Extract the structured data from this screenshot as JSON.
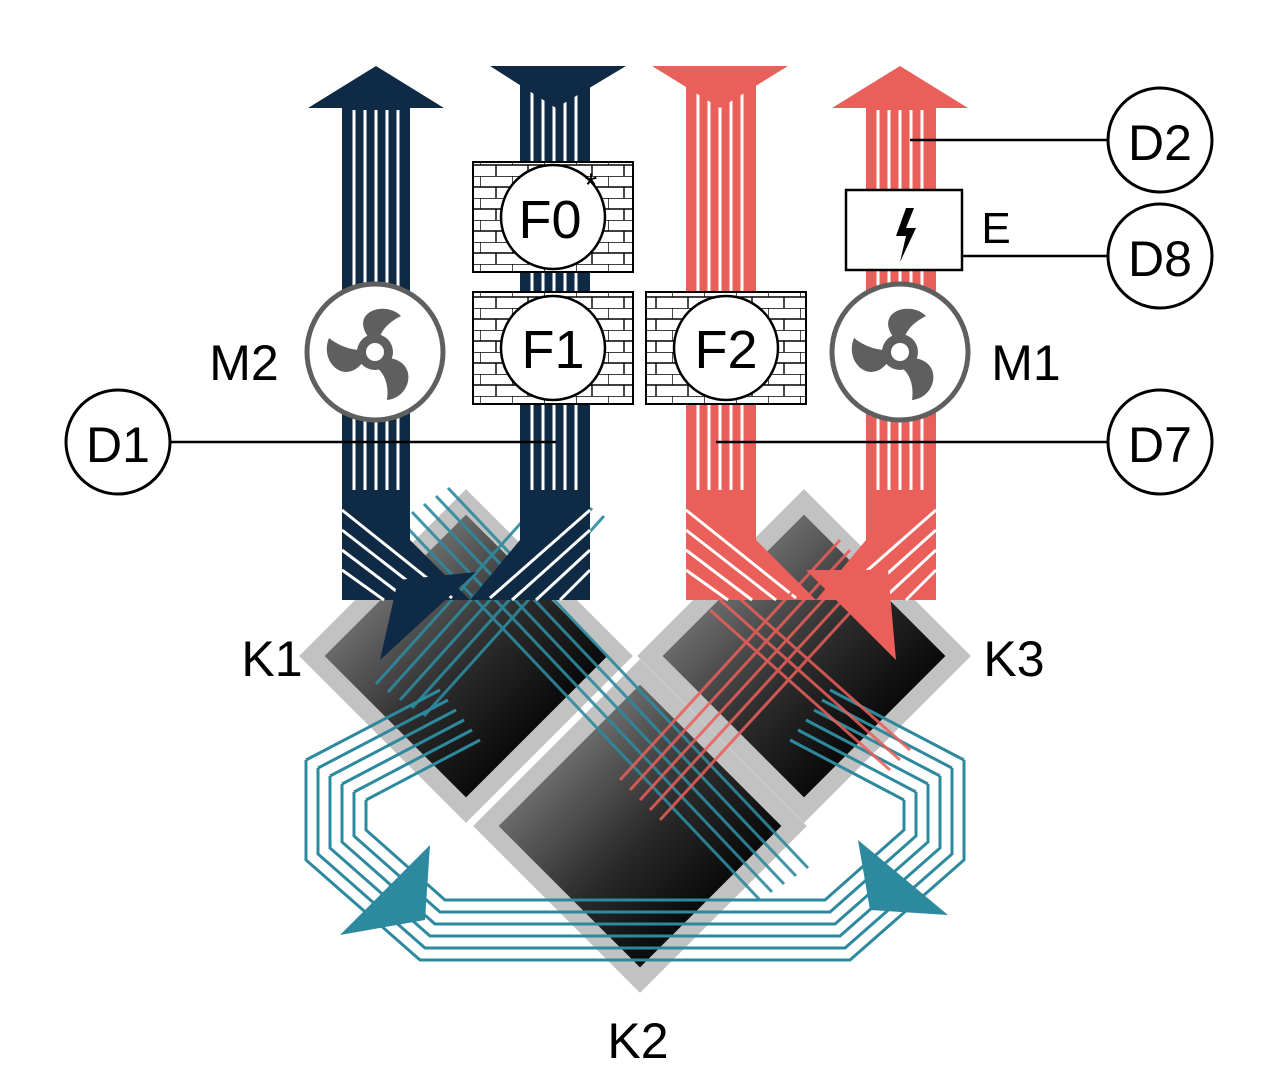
{
  "colors": {
    "dark_navy": "#0e2a44",
    "coral": "#eb5f5a",
    "teal": "#2d8a9e",
    "exchanger_dark": "#1c1c1c",
    "exchanger_frame": "#c2c2c2",
    "fan_gray": "#5f5f5f",
    "line": "#000000"
  },
  "icons": {
    "fan_m1": "fan-icon",
    "fan_m2": "fan-icon",
    "heater": "lightning-bolt-icon",
    "filters": "filter-grid-icon",
    "sensors": "circle-label"
  },
  "labels": {
    "fans": {
      "m1": "M1",
      "m2": "M2"
    },
    "filters": {
      "f0": "F0",
      "f0_mark": "*",
      "f1": "F1",
      "f2": "F2"
    },
    "heater": "E",
    "exchangers": {
      "k1": "K1",
      "k2": "K2",
      "k3": "K3"
    },
    "sensors": {
      "d1": "D1",
      "d2": "D2",
      "d7": "D7",
      "d8": "D8"
    }
  }
}
